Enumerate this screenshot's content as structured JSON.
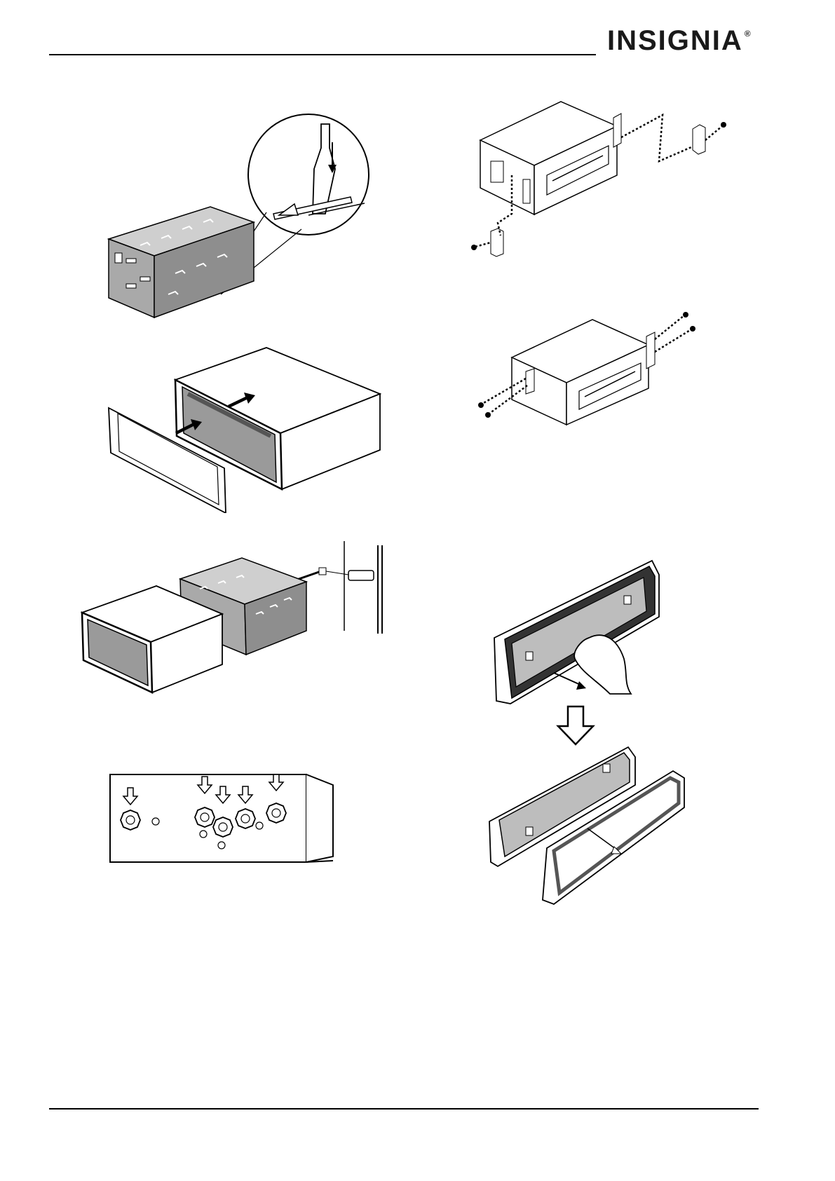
{
  "header": {
    "brand": "INSIGNIA",
    "registered_mark": "®"
  },
  "figures": [
    {
      "id": "cage-tab-bend",
      "icon": "mounting-sleeve-tab-bend-illustration"
    },
    {
      "id": "trim-ring-attach",
      "icon": "trim-ring-attach-illustration"
    },
    {
      "id": "unit-insert-sleeve",
      "icon": "unit-insert-into-sleeve-illustration"
    },
    {
      "id": "side-screw-holes",
      "icon": "side-screw-holes-illustration"
    },
    {
      "id": "bracket-attach-exploded",
      "icon": "side-bracket-exploded-illustration"
    },
    {
      "id": "bracket-screws-installed",
      "icon": "side-bracket-screws-illustration"
    },
    {
      "id": "faceplate-removal",
      "icon": "faceplate-removal-illustration"
    }
  ]
}
